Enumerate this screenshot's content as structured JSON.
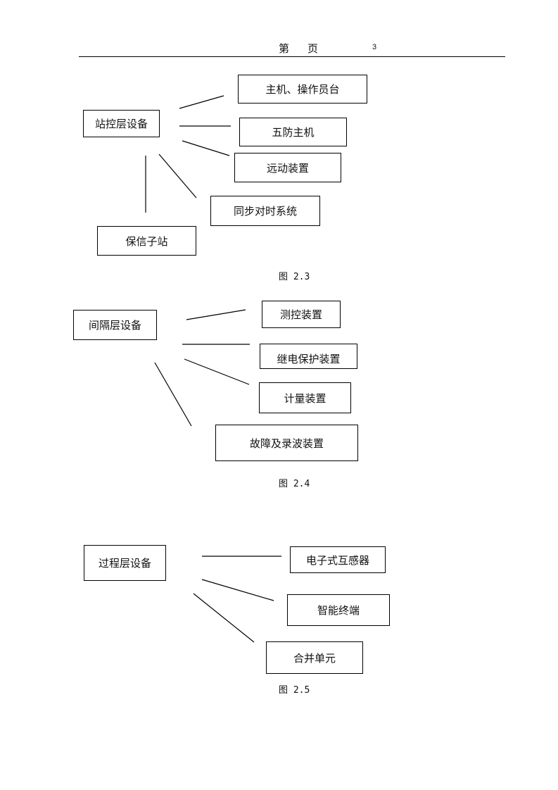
{
  "header": {
    "page_char1": "第",
    "page_char2": "页",
    "page_number": "3"
  },
  "figure_2_3": {
    "root": "站控层设备",
    "children": [
      "主机、操作员台",
      "五防主机",
      "远动装置",
      "同步对时系统",
      "保信子站"
    ],
    "caption": "图 2.3"
  },
  "figure_2_4": {
    "root": "间隔层设备",
    "children": [
      "测控装置",
      "继电保护装置",
      "计量装置",
      "故障及录波装置"
    ],
    "caption": "图 2.4"
  },
  "figure_2_5": {
    "root": "过程层设备",
    "children": [
      "电子式互感器",
      "智能终端",
      "合并单元"
    ],
    "caption": "图 2.5"
  }
}
